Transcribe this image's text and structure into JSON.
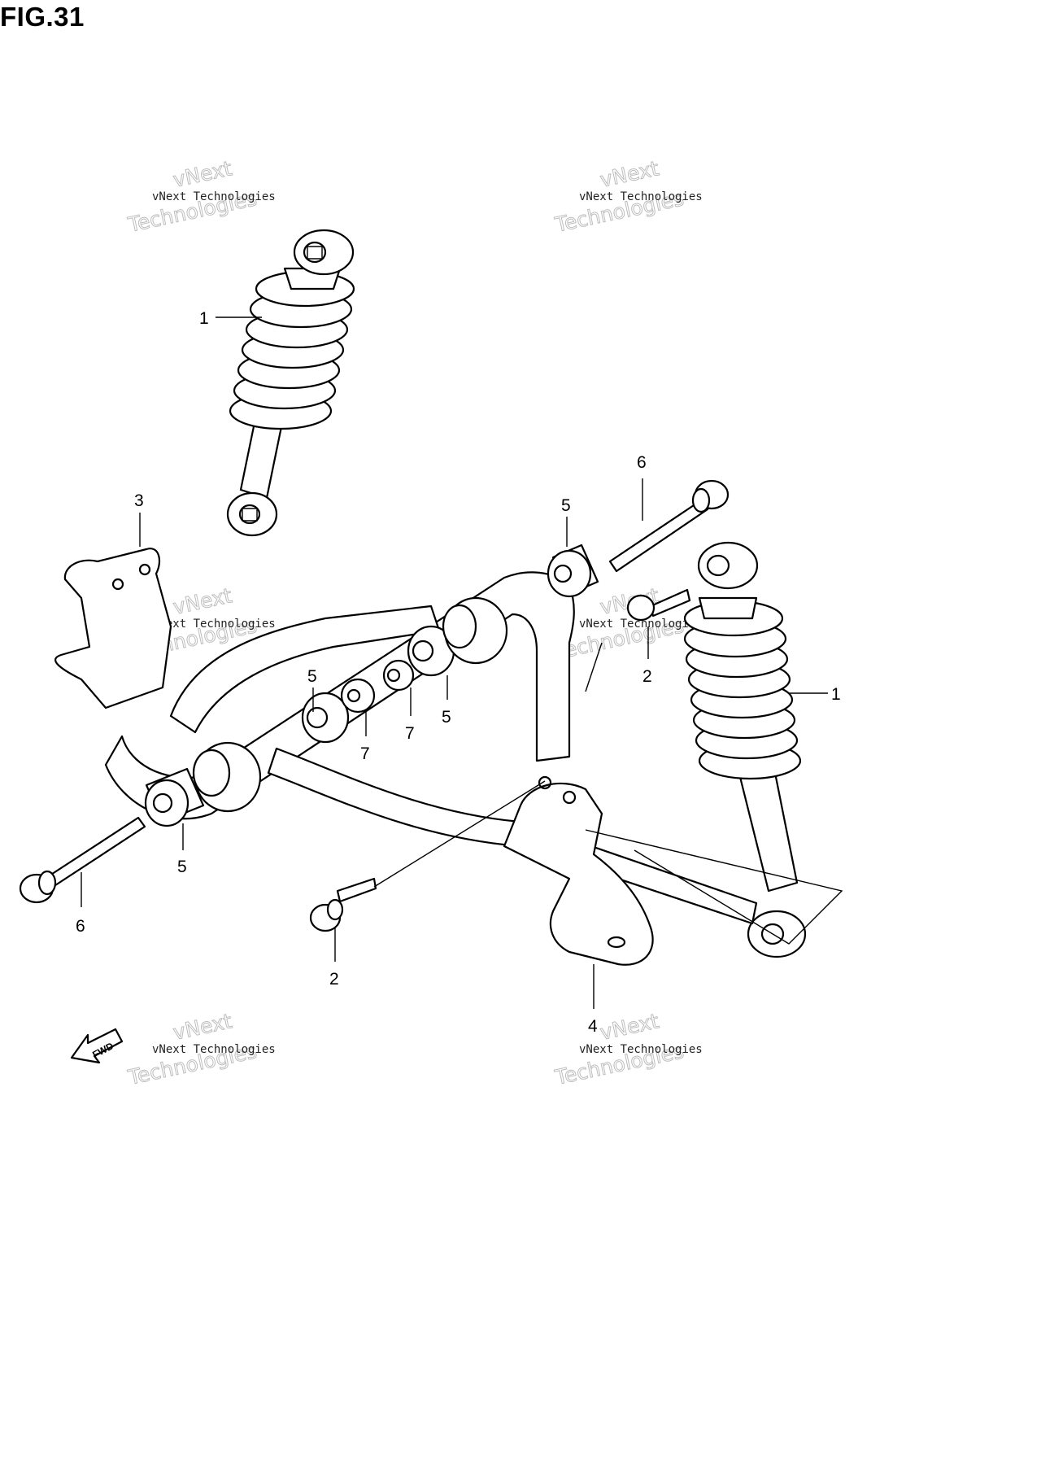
{
  "figure": {
    "title": "FIG.31"
  },
  "callouts": [
    "1",
    "1",
    "2",
    "2",
    "3",
    "4",
    "5",
    "5",
    "5",
    "5",
    "6",
    "6",
    "7",
    "7"
  ],
  "fwd_label": "FWD",
  "watermark": {
    "line1": "vNext Technologies",
    "line2": "vNext",
    "line3": "Technologies"
  },
  "icons": [
    "fwd-arrow-icon"
  ]
}
